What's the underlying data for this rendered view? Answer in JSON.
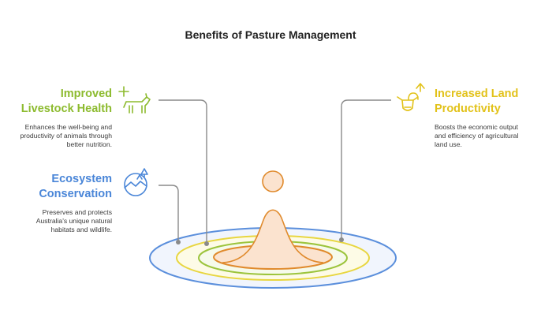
{
  "title": "Benefits of Pasture Management",
  "benefits": {
    "livestock": {
      "title_line1": "Improved",
      "title_line2": "Livestock Health",
      "desc_line1": "Enhances the well-being and",
      "desc_line2": "productivity of animals through",
      "desc_line3": "better nutrition.",
      "color": "#8dbb2f",
      "icon": "horse-plus-icon"
    },
    "ecosystem": {
      "title_line1": "Ecosystem",
      "title_line2": "Conservation",
      "desc_line1": "Preserves and protects",
      "desc_line2": "Australia's unique natural",
      "desc_line3": "habitats and wildlife.",
      "color": "#4a86d8",
      "icon": "forest-landscape-icon"
    },
    "productivity": {
      "title_line1": "Increased Land",
      "title_line2": "Productivity",
      "desc_line1": "Boosts the economic output",
      "desc_line2": "and efficiency of agricultural",
      "desc_line3": "land use.",
      "color": "#e2c21a",
      "icon": "cow-growth-icon"
    }
  },
  "colors": {
    "ring_blue": "#5b8fdc",
    "ring_yellow": "#e8d640",
    "ring_green": "#9cc43c",
    "ring_orange": "#e08a2c",
    "drop_fill": "#fbe3cf",
    "connector": "#8a8a8a"
  }
}
